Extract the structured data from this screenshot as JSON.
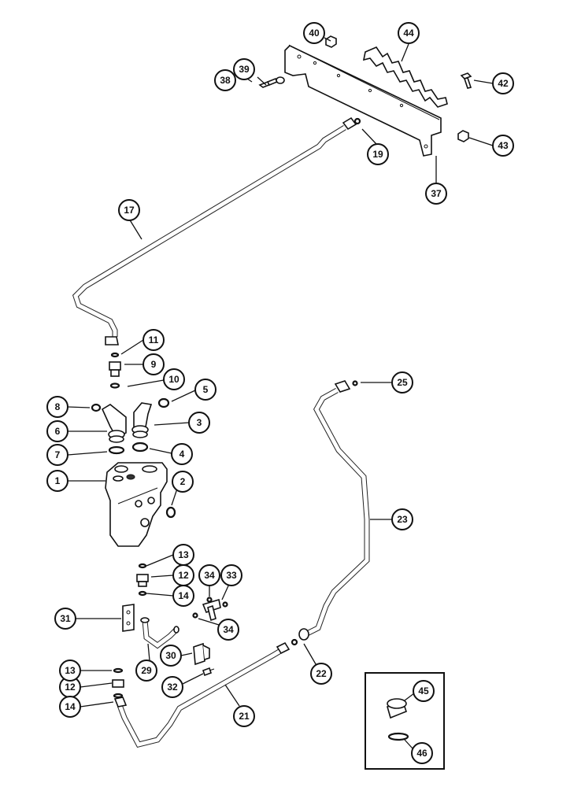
{
  "callouts": {
    "c1": "1",
    "c2": "2",
    "c3": "3",
    "c4": "4",
    "c5": "5",
    "c6": "6",
    "c7": "7",
    "c8": "8",
    "c9": "9",
    "c10": "10",
    "c11": "11",
    "c12a": "12",
    "c12b": "12",
    "c13a": "13",
    "c13b": "13",
    "c14a": "14",
    "c14b": "14",
    "c17": "17",
    "c19": "19",
    "c21": "21",
    "c22": "22",
    "c23": "23",
    "c25": "25",
    "c29": "29",
    "c30": "30",
    "c31": "31",
    "c32": "32",
    "c33": "33",
    "c34a": "34",
    "c34b": "34",
    "c37": "37",
    "c38": "38",
    "c39": "39",
    "c40": "40",
    "c42": "42",
    "c43": "43",
    "c44": "44",
    "c45": "45",
    "c46": "46"
  }
}
